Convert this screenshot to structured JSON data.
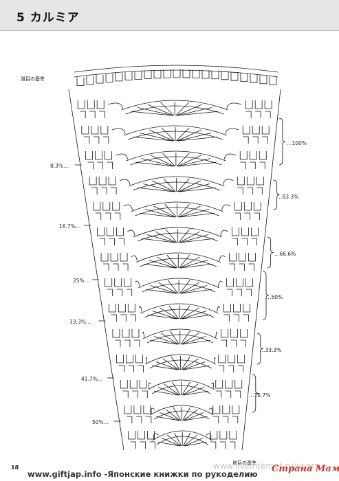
{
  "header": {
    "number": "5",
    "title": "カルミア"
  },
  "labels": {
    "top_reference": "減目の基準",
    "bottom_reference": "増目の基準"
  },
  "left_percentages": [
    "8.3%…",
    "16.7%…",
    "25%…",
    "33.3%…",
    "41.7%…",
    "50%…"
  ],
  "right_percentages": [
    "…100%",
    "…83.3%",
    "…66.6%",
    "…50%",
    "…33.3%",
    "…16.7%"
  ],
  "page_number": "18",
  "footer_text": "www.giftjap.info -Японские книжки по рукоделию",
  "watermark": "www.liveinternet.ru/users",
  "logo": "Страна Мам"
}
